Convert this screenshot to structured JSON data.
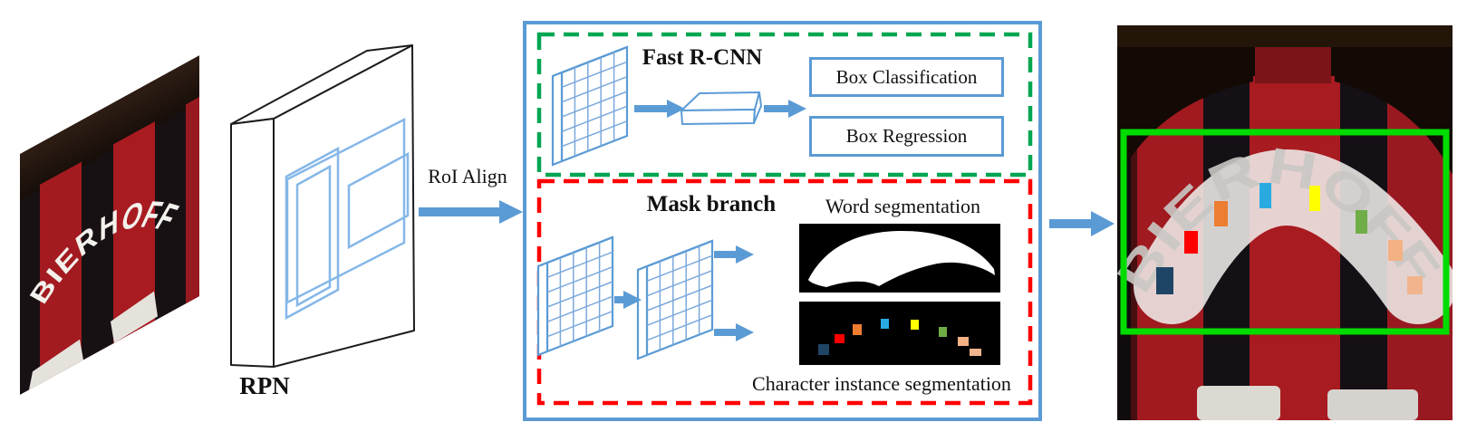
{
  "figure": {
    "input": {
      "photo_text": "BIERHOFF"
    },
    "rpn": {
      "label": "RPN"
    },
    "roi": {
      "label": "RoI Align"
    },
    "fast_rcnn": {
      "title": "Fast R-CNN",
      "outputs": [
        "Box Classification",
        "Box Regression"
      ]
    },
    "mask_branch": {
      "title": "Mask branch",
      "word_label": "Word segmentation",
      "char_label": "Character instance segmentation",
      "char_colors": [
        "#1F4566",
        "#FE0000",
        "#ED7D31",
        "#29ABE2",
        "#FFFF00",
        "#70AD47",
        "#F4B183",
        "#F2B48C"
      ]
    },
    "output": {
      "photo_text": "BIERHOFF"
    },
    "colors": {
      "accent_blue": "#5B9BD5",
      "proposal_blue": "#85B7E8",
      "fast_branch_green": "#00A651",
      "mask_branch_red": "#FF0000",
      "detection_box_green": "#00DC00"
    }
  }
}
